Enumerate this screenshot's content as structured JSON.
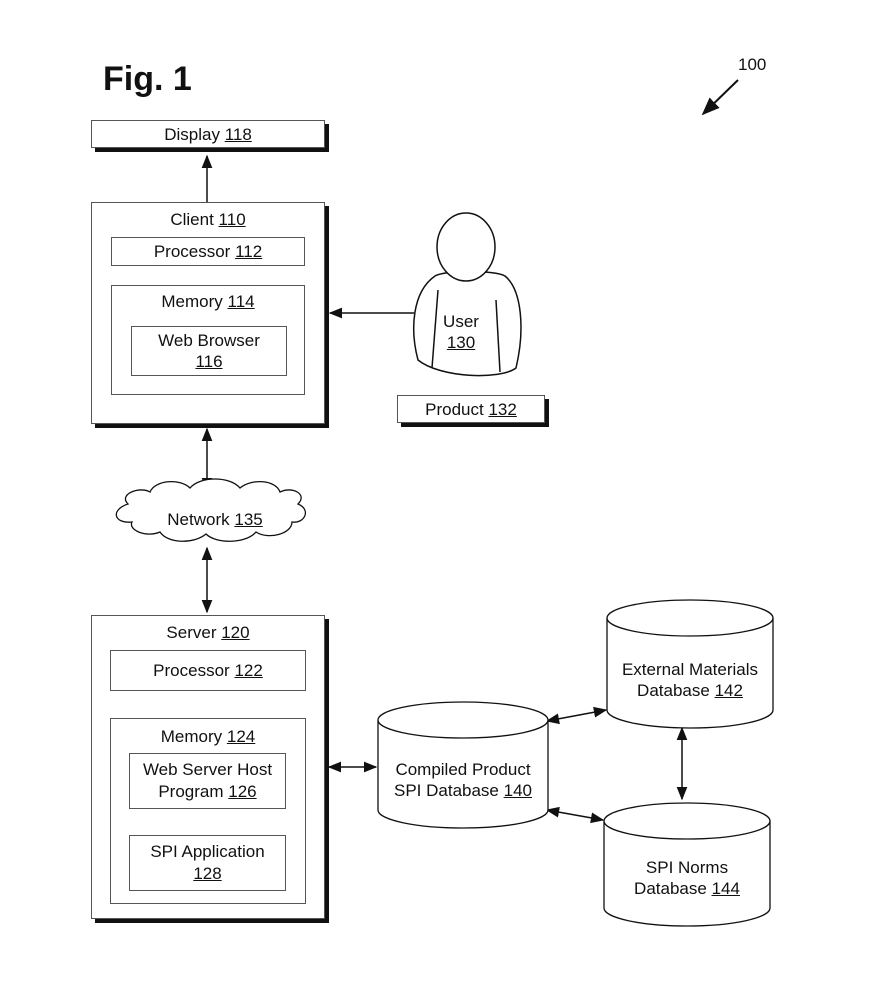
{
  "figure": {
    "title": "Fig. 1",
    "reference": "100"
  },
  "display": {
    "name": "Display",
    "ref": "118"
  },
  "client": {
    "name": "Client",
    "ref": "110",
    "processor": {
      "name": "Processor",
      "ref": "112"
    },
    "memory": {
      "name": "Memory",
      "ref": "114",
      "web_browser": {
        "name": "Web Browser",
        "ref": "116"
      }
    }
  },
  "user": {
    "name": "User",
    "ref": "130"
  },
  "product": {
    "name": "Product",
    "ref": "132"
  },
  "network": {
    "name": "Network",
    "ref": "135"
  },
  "server": {
    "name": "Server",
    "ref": "120",
    "processor": {
      "name": "Processor",
      "ref": "122"
    },
    "memory": {
      "name": "Memory",
      "ref": "124",
      "web_server": {
        "line1": "Web Server Host",
        "line2": "Program",
        "ref": "126"
      },
      "spi_app": {
        "name": "SPI Application",
        "ref": "128"
      }
    }
  },
  "databases": {
    "compiled": {
      "line1": "Compiled Product",
      "line2": "SPI Database",
      "ref": "140"
    },
    "external": {
      "line1": "External Materials",
      "line2": "Database",
      "ref": "142"
    },
    "norms": {
      "line1": "SPI Norms",
      "line2": "Database",
      "ref": "144"
    }
  }
}
